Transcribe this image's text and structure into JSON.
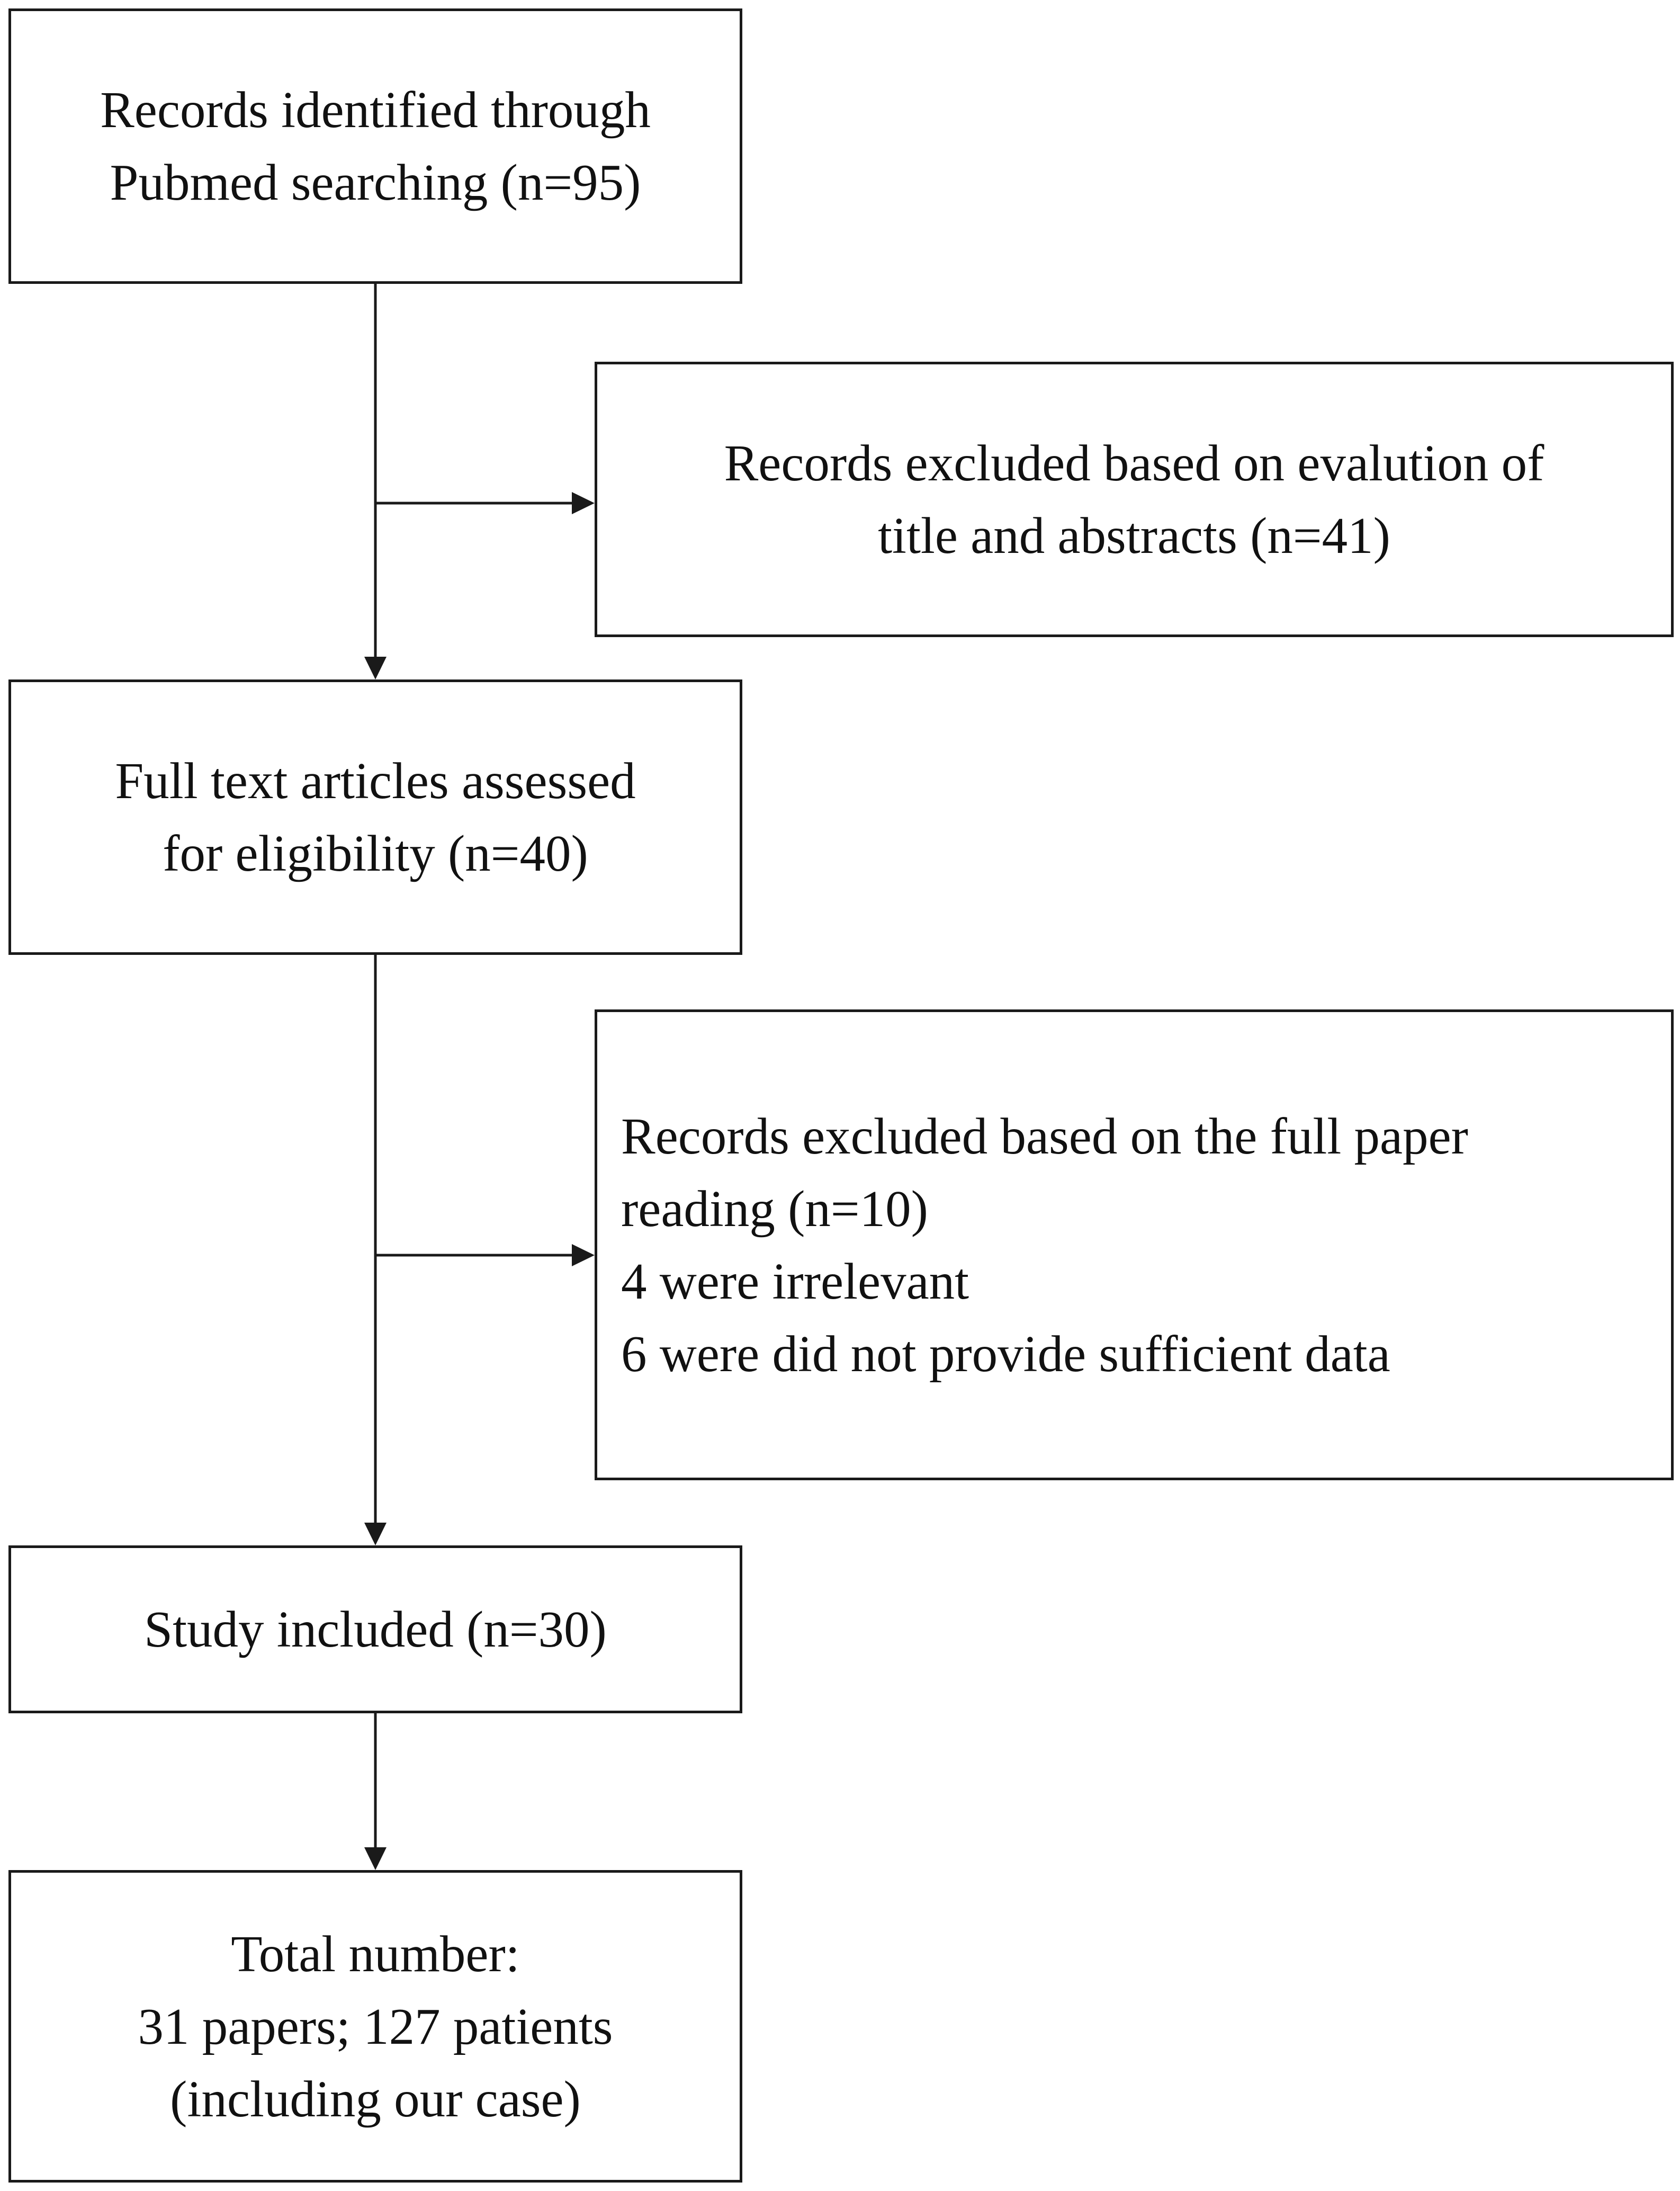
{
  "flowchart": {
    "identified": {
      "lines": [
        "Records identified through",
        "Pubmed searching (n=95)"
      ]
    },
    "excluded_title_abstract": {
      "lines": [
        "Records excluded based on evalution of",
        "title and abstracts (n=41)"
      ]
    },
    "fulltext_assessed": {
      "lines": [
        "Full text articles assessed",
        "for eligibility (n=40)"
      ]
    },
    "excluded_fulltext": {
      "lines": [
        "Records excluded based on the full paper",
        "reading (n=10)",
        "4 were irrelevant",
        "6 were did not provide sufficient data"
      ]
    },
    "study_included": {
      "lines": [
        "Study included (n=30)"
      ]
    },
    "total": {
      "lines": [
        "Total number:",
        "31 papers; 127 patients",
        "(including our case)"
      ]
    }
  }
}
